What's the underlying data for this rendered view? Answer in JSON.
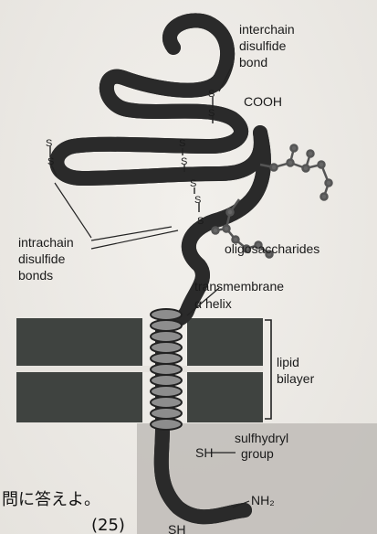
{
  "labels": {
    "interchain_1": "interchain",
    "interchain_2": "disulfide",
    "interchain_3": "bond",
    "cooh": "COOH",
    "intrachain_1": "intrachain",
    "intrachain_2": "disulfide",
    "intrachain_3": "bonds",
    "oligosaccharides": "oligosaccharides",
    "transmembrane_1": "transmembrane",
    "transmembrane_2": "α helix",
    "lipid_1": "lipid",
    "lipid_2": "bilayer",
    "sulfhydryl_1": "sulfhydryl",
    "sulfhydryl_2": "group",
    "sh_1": "SH",
    "sh_2": "SH",
    "nh2": "NH₂",
    "s": "S"
  },
  "question_text": "問に答えよ。",
  "question_number": "(25)",
  "colors": {
    "chain_fill": "#8d8d8d",
    "chain_stroke": "#2a2a2a",
    "membrane": "#3f4340",
    "cytoplasm": "#b9b6b1",
    "sugar": "#666666"
  }
}
